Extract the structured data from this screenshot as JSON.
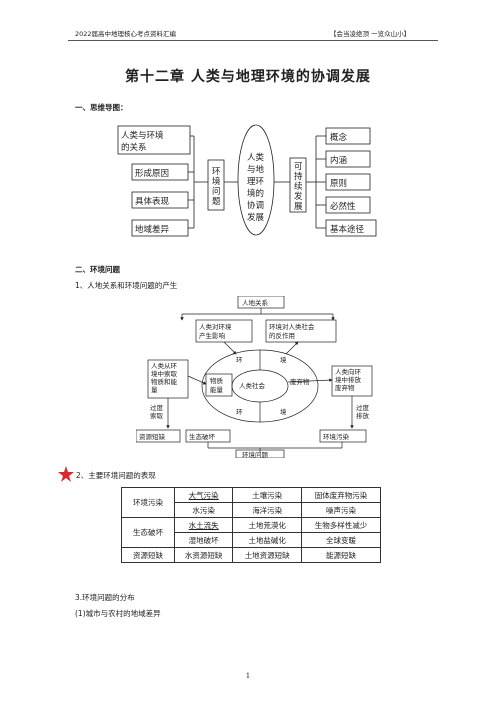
{
  "header": {
    "left": "2022届高中地理核心考点资料汇编",
    "right": "【会当凌绝顶 一览众山小】"
  },
  "title": "第十二章 人类与地理环境的协调发展",
  "section1": {
    "heading": "一、思维导图："
  },
  "mindmap": {
    "left_boxes": [
      "人类与环境",
      "的关系",
      "形成原因",
      "具体表现",
      "地域差异"
    ],
    "env_problem": [
      "环",
      "境",
      "问",
      "题"
    ],
    "center": [
      "人类",
      "与地",
      "理环",
      "境的",
      "协调",
      "发展"
    ],
    "sustainable": [
      "可",
      "持",
      "续",
      "发",
      "展"
    ],
    "right_boxes": [
      "概念",
      "内涵",
      "原则",
      "必然性",
      "基本途径"
    ]
  },
  "section2": {
    "heading": "二、环境问题"
  },
  "item1": "1、人地关系和环境问题的产生",
  "diagram": {
    "top": "人地关系",
    "box_human_effect": [
      "人类对环境",
      "产生影响"
    ],
    "box_env_reaction": [
      "环境对人类社会",
      "的反作用"
    ],
    "box_take": [
      "人类从环",
      "境中索取",
      "物质和能",
      "量"
    ],
    "box_discharge": [
      "人类向环",
      "境中排放",
      "废弃物"
    ],
    "ring_top": [
      "环",
      "境"
    ],
    "ring_bottom": [
      "环",
      "境"
    ],
    "material": [
      "物质",
      "能量"
    ],
    "society": "人类社会",
    "waste": "废弃物",
    "over_take": [
      "过度",
      "索取"
    ],
    "over_discharge": [
      "过度",
      "排放"
    ],
    "resource_short": "资源短缺",
    "eco_damage": "生态破坏",
    "env_pollution": "环境污染",
    "bottom": "环境问题"
  },
  "item2": "2、主要环境问题的表现",
  "star_color": "#d9282f",
  "table": [
    {
      "category": "环境污染",
      "rows": [
        [
          "大气污染",
          "土壤污染",
          "固体废弃物污染"
        ],
        [
          "水污染",
          "海洋污染",
          "噪声污染"
        ]
      ]
    },
    {
      "category": "生态破坏",
      "rows": [
        [
          "水土流失",
          "土地荒漠化",
          "生物多样性减少"
        ],
        [
          "湿地破坏",
          "土地盐碱化",
          "全球变暖"
        ]
      ]
    },
    {
      "category": "资源短缺",
      "rows": [
        [
          "水资源短缺",
          "土地资源短缺",
          "能源短缺"
        ]
      ]
    }
  ],
  "item3": "3.环境问题的分布",
  "item3_sub": "(1)城市与农村的地域差异",
  "page_number": "1"
}
